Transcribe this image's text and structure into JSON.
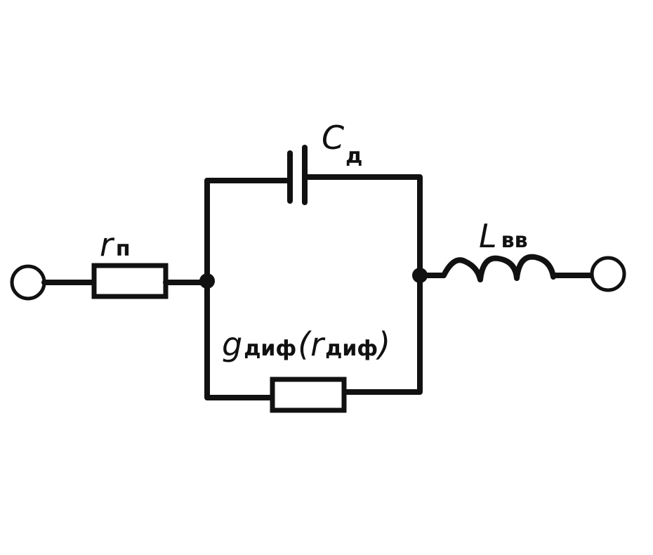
{
  "labels": {
    "r_series": {
      "main": "r",
      "sub": "п"
    },
    "c_diode": {
      "main": "C",
      "sub": "д"
    },
    "l_lead": {
      "main": "L",
      "sub": "вв"
    },
    "g_diff": {
      "main": "g",
      "sub": "диф"
    },
    "r_diff_open": "(",
    "r_diff": {
      "main": "r",
      "sub": "диф"
    },
    "r_diff_close": ")"
  },
  "colors": {
    "ink": "#111111",
    "background": "#ffffff"
  }
}
